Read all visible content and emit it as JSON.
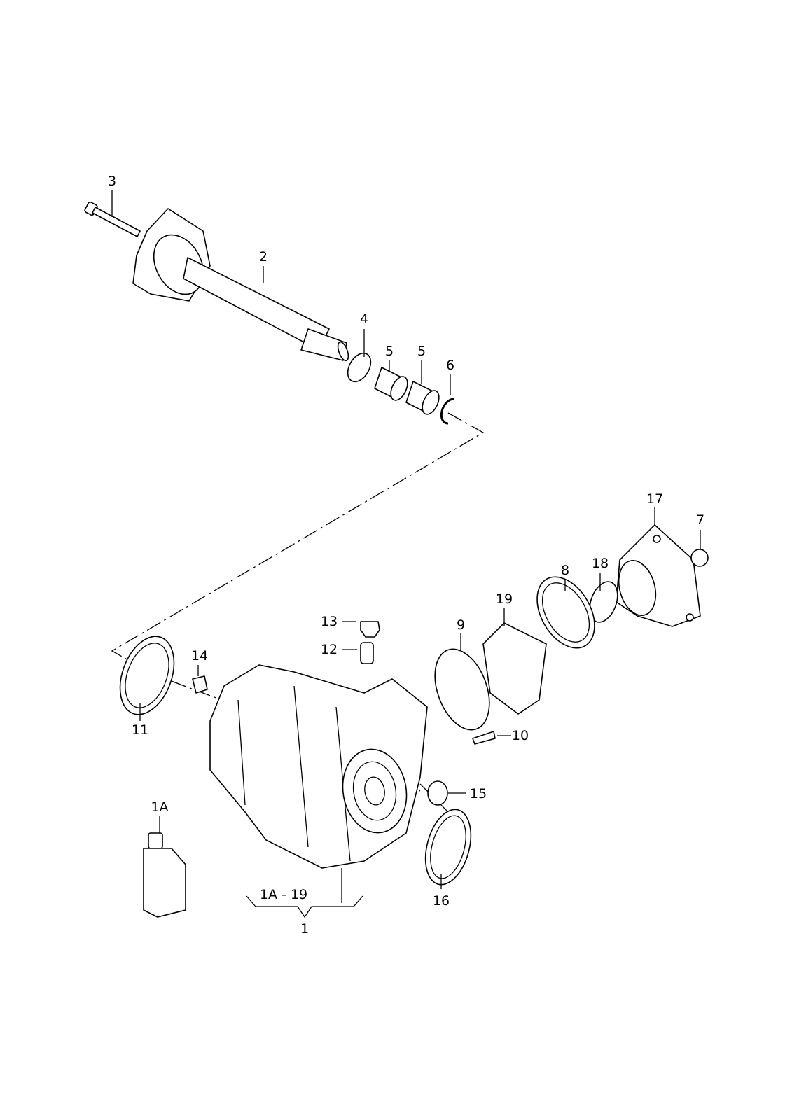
{
  "diagram": {
    "type": "exploded parts diagram",
    "callouts": [
      {
        "id": "c3",
        "label": "3"
      },
      {
        "id": "c2",
        "label": "2"
      },
      {
        "id": "c4",
        "label": "4"
      },
      {
        "id": "c5a",
        "label": "5"
      },
      {
        "id": "c5b",
        "label": "5"
      },
      {
        "id": "c6",
        "label": "6"
      },
      {
        "id": "c17",
        "label": "17"
      },
      {
        "id": "c7",
        "label": "7"
      },
      {
        "id": "c18",
        "label": "18"
      },
      {
        "id": "c8",
        "label": "8"
      },
      {
        "id": "c19",
        "label": "19"
      },
      {
        "id": "c13",
        "label": "13"
      },
      {
        "id": "c12",
        "label": "12"
      },
      {
        "id": "c9",
        "label": "9"
      },
      {
        "id": "c14",
        "label": "14"
      },
      {
        "id": "c11",
        "label": "11"
      },
      {
        "id": "c10",
        "label": "10"
      },
      {
        "id": "c15",
        "label": "15"
      },
      {
        "id": "c1A",
        "label": "1A"
      },
      {
        "id": "c16",
        "label": "16"
      },
      {
        "id": "crange",
        "label": "1A - 19"
      },
      {
        "id": "c1",
        "label": "1"
      }
    ]
  }
}
